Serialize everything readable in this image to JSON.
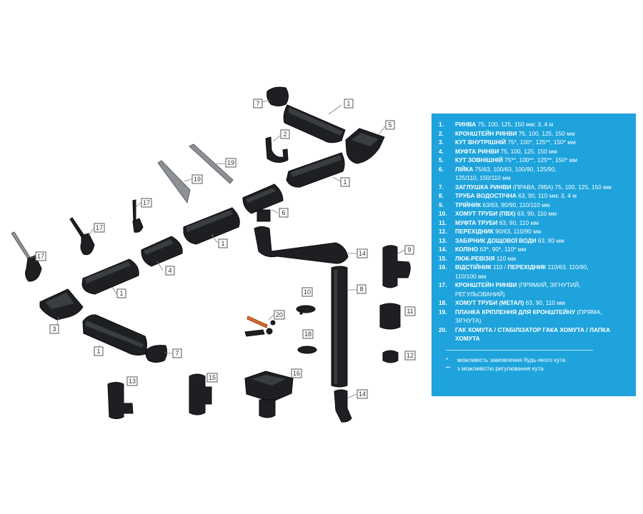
{
  "callouts": [
    "7",
    "1",
    "5",
    "2",
    "19",
    "1",
    "6",
    "19",
    "17",
    "17",
    "4",
    "1",
    "17",
    "1",
    "14",
    "9",
    "8",
    "3",
    "10",
    "20",
    "18",
    "11",
    "1",
    "7",
    "12",
    "13",
    "15",
    "16",
    "14"
  ],
  "legend": {
    "items": [
      {
        "num": "1.",
        "name": "РИНВА",
        "rest": " 75, 100, 125, 150 мм; 3, 4 м"
      },
      {
        "num": "2.",
        "name": "КРОНШТЕЙН РИНВИ",
        "rest": " 75, 100, 125, 150 мм"
      },
      {
        "num": "3.",
        "name": "КУТ ВНУТРІШНІЙ",
        "rest": " 75*, 100*, 125**, 150* мм"
      },
      {
        "num": "4.",
        "name": "МУФТА РИНВИ",
        "rest": " 75, 100, 125, 150 мм"
      },
      {
        "num": "5.",
        "name": "КУТ ЗОВНІШНІЙ",
        "rest": " 75**, 100**, 125**, 150* мм"
      },
      {
        "num": "6.",
        "name": "ЛІЙКА",
        "rest": " 75/63, 100/63, 100/90, 125/90,"
      },
      {
        "num": "",
        "name": "",
        "rest": "125/110, 150/110 мм"
      },
      {
        "num": "7.",
        "name": "ЗАГЛУШКА РИНВИ",
        "rest": " (ПРАВА, ЛІВА) 75, 100, 125, 150 мм"
      },
      {
        "num": "8.",
        "name": "ТРУБА ВОДОСТІЧНА",
        "rest": " 63, 90, 110 мм; 3, 4 м"
      },
      {
        "num": "9.",
        "name": "ТРІЙНИК",
        "rest": " 63/63, 90/90, 110/110 мм"
      },
      {
        "num": "10.",
        "name": "ХОМУТ ТРУБИ (ПВХ)",
        "rest": " 63, 90, 110 мм"
      },
      {
        "num": "11.",
        "name": "МУФТА ТРУБИ",
        "rest": " 63, 90, 110 мм"
      },
      {
        "num": "12.",
        "name": "ПЕРЕХІДНИК",
        "rest": " 90/63, 110/90 мм"
      },
      {
        "num": "13.",
        "name": "ЗАБІРНИК ДОЩОВОЇ ВОДИ",
        "rest": " 63, 90 мм"
      },
      {
        "num": "14.",
        "name": "КОЛІНО",
        "rest": " 63*, 90*, 110* мм"
      },
      {
        "num": "15.",
        "name": "ЛЮК-РЕВІЗІЯ",
        "rest": " 110 мм"
      },
      {
        "num": "16.",
        "name": "ВІДСТІЙНИК",
        "rest": " 110 / ",
        "name2": "ПЕРЕХІДНИК",
        "rest2": " 110/63, 110/90,"
      },
      {
        "num": "",
        "name": "",
        "rest": "110/100 мм"
      },
      {
        "num": "17.",
        "name": "КРОНШТЕЙН РИНВИ",
        "rest": " (ПРЯМИЙ, ЗІГНУТИЙ,"
      },
      {
        "num": "",
        "name": "",
        "rest": "РЕГУЛЬОВАНИЙ)"
      },
      {
        "num": "18.",
        "name": "ХОМУТ ТРУБИ (МЕТАЛ)",
        "rest": " 63, 90, 110 мм"
      },
      {
        "num": "19.",
        "name": "ПЛАНКА КРІПЛЕННЯ ДЛЯ КРОНШТЕЙНУ",
        "rest": " (ПРЯМА,"
      },
      {
        "num": "",
        "name": "",
        "rest": "ЗІГНУТА)"
      },
      {
        "num": "20.",
        "name": "ГАК ХОМУТА / СТАБІЛІЗАТОР ГАКА ХОМУТА / ЛАПКА",
        "rest": ""
      },
      {
        "num": "",
        "name": "ХОМУТА",
        "rest": ""
      }
    ],
    "notes": [
      {
        "mark": "*",
        "text": "можливість замовлення будь-якого кута"
      },
      {
        "mark": "**",
        "text": "з можливістю регулювання кута"
      }
    ]
  }
}
